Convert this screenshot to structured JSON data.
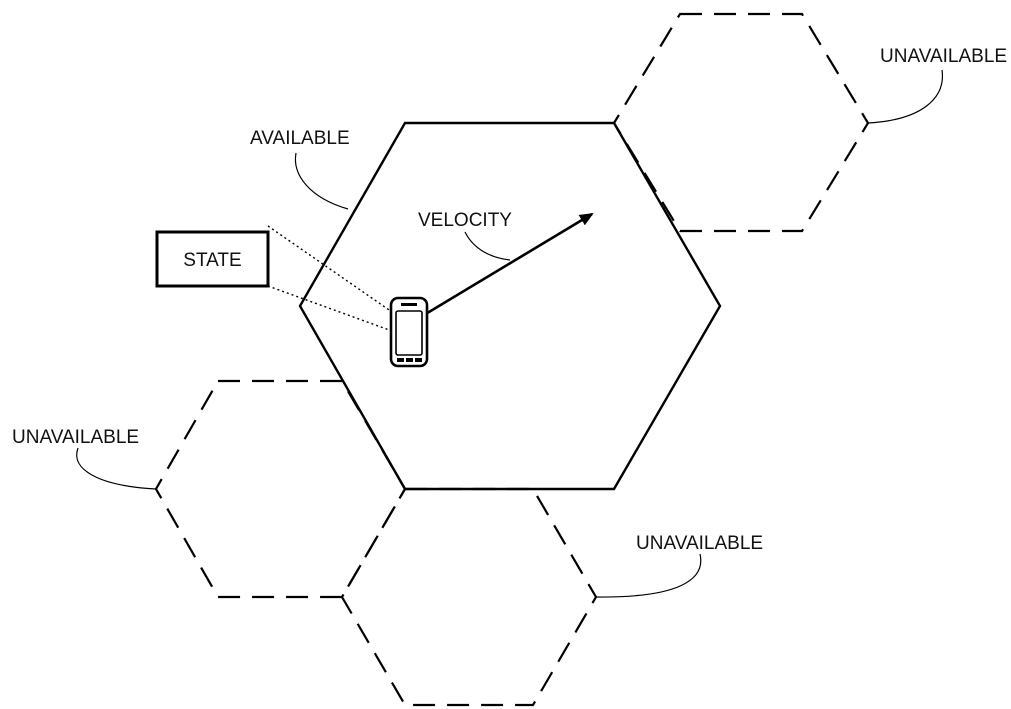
{
  "labels": {
    "available": "AVAILABLE",
    "velocity": "VELOCITY",
    "state": "STATE",
    "unavailable_top_right": "UNAVAILABLE",
    "unavailable_left": "UNAVAILABLE",
    "unavailable_bottom": "UNAVAILABLE"
  }
}
